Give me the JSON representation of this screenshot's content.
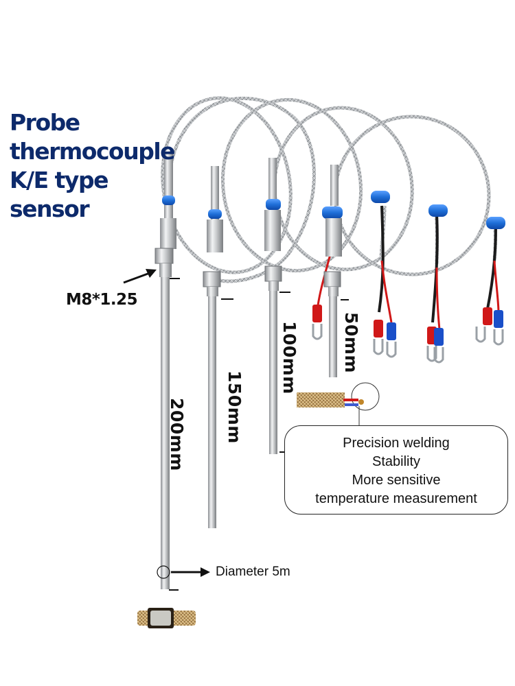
{
  "title_lines": [
    "Probe",
    "thermocouple",
    "K/E type",
    "sensor"
  ],
  "thread_label": "M8*1.25",
  "lengths": [
    "200mm",
    "150mm",
    "100mm",
    "50mm"
  ],
  "diameter_label": "Diameter 5m",
  "callout_lines": [
    "Precision welding",
    "Stability",
    "More sensitive",
    "temperature measurement"
  ],
  "colors": {
    "title": "#0d2a6b",
    "heat_shrink": "#1f6fd8",
    "red_wire": "#d01818",
    "blue_terminal": "#1a4fc9"
  }
}
